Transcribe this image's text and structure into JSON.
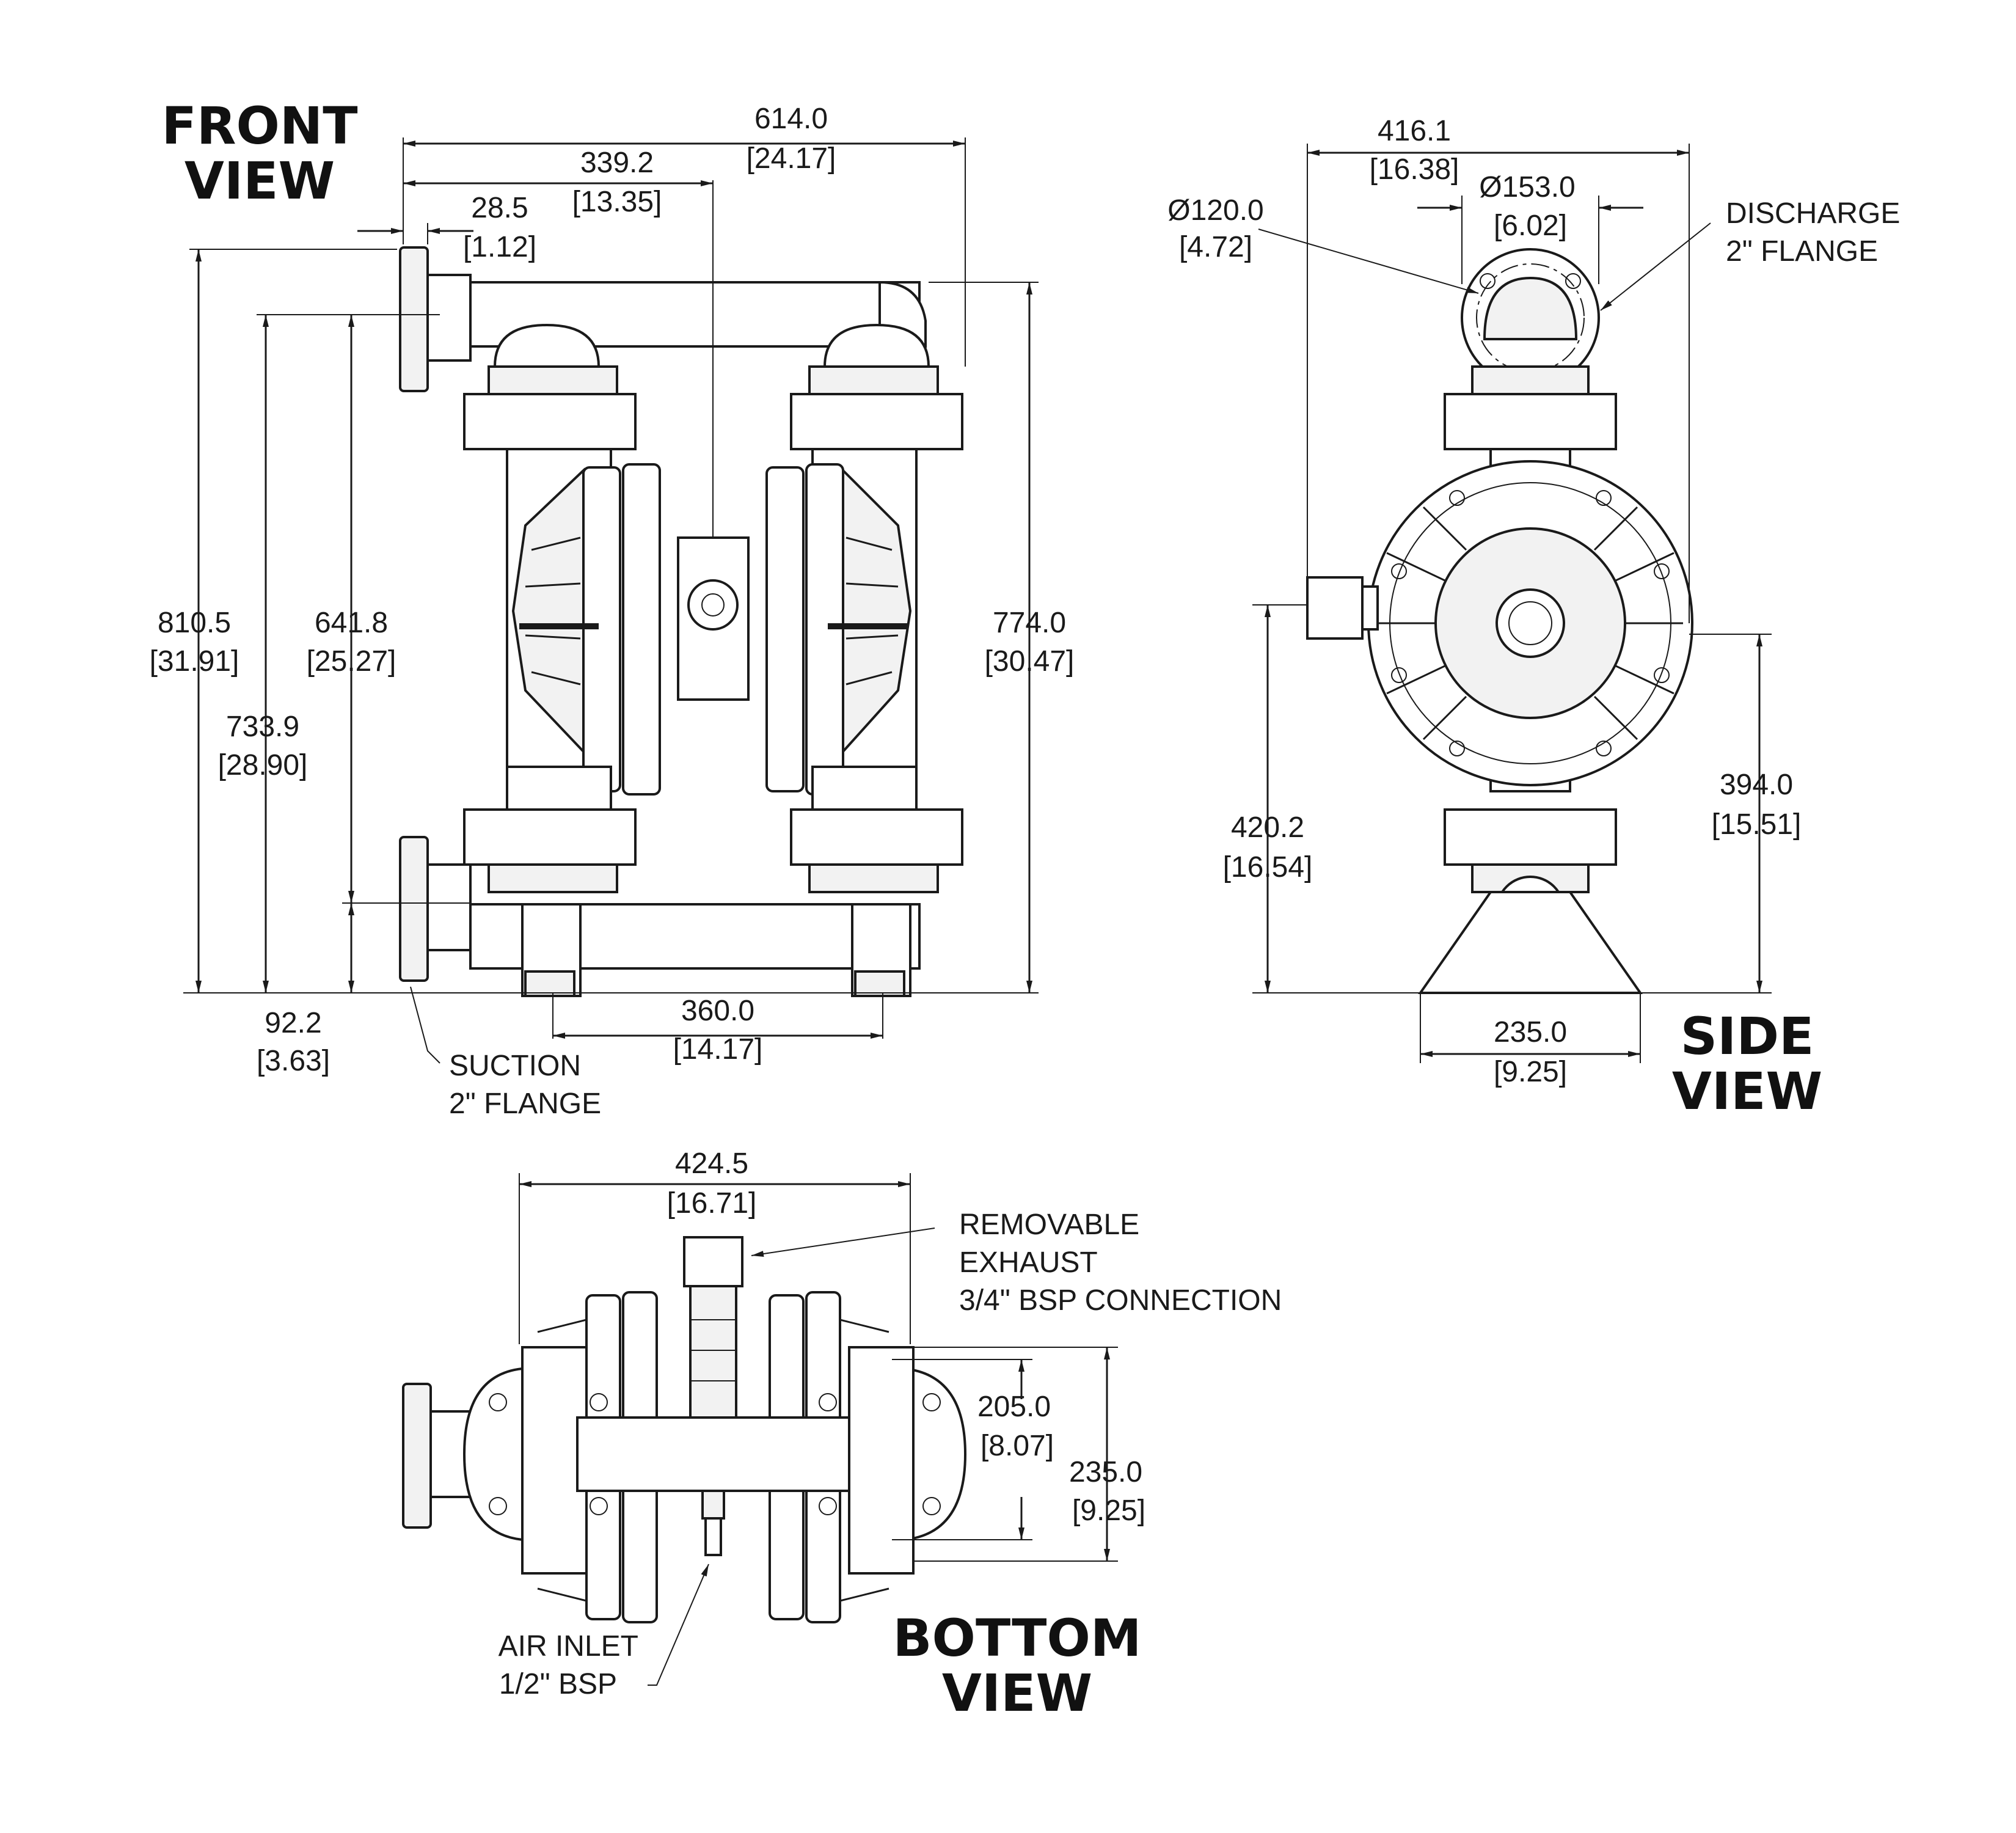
{
  "front_view": {
    "title_line1": "FRONT",
    "title_line2": "VIEW",
    "dims": {
      "overall_width": {
        "mm": "614.0",
        "in": "[24.17]"
      },
      "center_offset": {
        "mm": "339.2",
        "in": "[13.35]"
      },
      "flange_thickness": {
        "mm": "28.5",
        "in": "[1.12]"
      },
      "overall_height": {
        "mm": "810.5",
        "in": "[31.91]"
      },
      "discharge_height": {
        "mm": "733.9",
        "in": "[28.90]"
      },
      "discharge_center": {
        "mm": "641.8",
        "in": "[25.27]"
      },
      "body_height": {
        "mm": "774.0",
        "in": "[30.47]"
      },
      "suction_height": {
        "mm": "92.2",
        "in": "[3.63]"
      },
      "foot_spacing": {
        "mm": "360.0",
        "in": "[14.17]"
      }
    },
    "suction_label": [
      "SUCTION",
      "2\" FLANGE"
    ]
  },
  "side_view": {
    "title_line1": "SIDE",
    "title_line2": "VIEW",
    "dims": {
      "overall_depth": {
        "mm": "416.1",
        "in": "[16.38]"
      },
      "flange_od": {
        "mm": "Ø153.0",
        "in": "[6.02]"
      },
      "bolt_circle": {
        "mm": "Ø120.0",
        "in": "[4.72]"
      },
      "air_inlet_height": {
        "mm": "420.2",
        "in": "[16.54]"
      },
      "center_height": {
        "mm": "394.0",
        "in": "[15.51]"
      },
      "base_width": {
        "mm": "235.0",
        "in": "[9.25]"
      }
    },
    "discharge_label": [
      "DISCHARGE",
      "2\" FLANGE"
    ]
  },
  "bottom_view": {
    "title_line1": "BOTTOM",
    "title_line2": "VIEW",
    "dims": {
      "overall_width": {
        "mm": "424.5",
        "in": "[16.71]"
      },
      "inner_depth": {
        "mm": "205.0",
        "in": "[8.07]"
      },
      "outer_depth": {
        "mm": "235.0",
        "in": "[9.25]"
      }
    },
    "exhaust_label": [
      "REMOVABLE",
      "EXHAUST",
      "3/4\" BSP CONNECTION"
    ],
    "air_inlet_label": [
      "AIR INLET",
      "1/2\" BSP"
    ]
  }
}
